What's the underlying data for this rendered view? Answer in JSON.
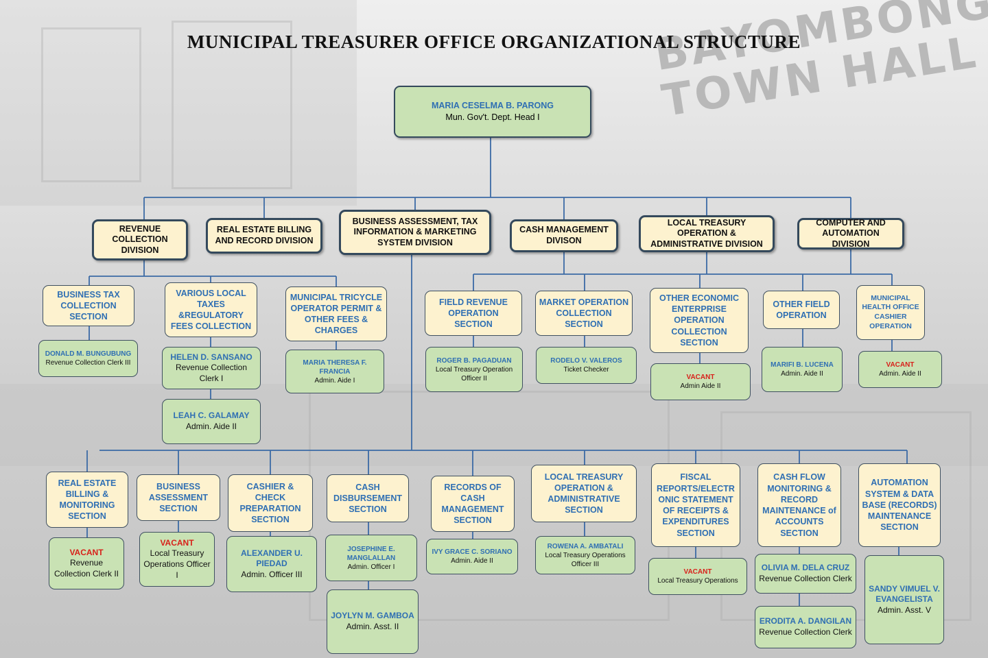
{
  "title": "MUNICIPAL TREASURER OFFICE ORGANIZATIONAL STRUCTURE",
  "background_sign": [
    "BAYOMBONG",
    "TOWN HALL"
  ],
  "colors": {
    "division_fill": "#fdf2cf",
    "personnel_fill": "#c9e2b4",
    "name_text": "#2f6fb3",
    "vacant_text": "#d8201a",
    "connector": "#3b6aa5"
  },
  "head": {
    "name": "MARIA CESELMA B. PARONG",
    "position": "Mun. Gov't. Dept. Head I"
  },
  "divisions": [
    "REVENUE COLLECTION DIVISION",
    "REAL ESTATE BILLING AND RECORD DIVISION",
    "BUSINESS ASSESSMENT, TAX INFORMATION & MARKETING SYSTEM DIVISION",
    "CASH MANAGEMENT DIVISON",
    "LOCAL TREASURY OPERATION & ADMINISTRATIVE DIVISION",
    "COMPUTER AND AUTOMATION DIVISION"
  ],
  "sections_row1": [
    {
      "label": "BUSINESS TAX COLLECTION SECTION",
      "staff": [
        {
          "name": "DONALD M. BUNGUBUNG",
          "position": "Revenue Collection Clerk III"
        }
      ]
    },
    {
      "label": "VARIOUS LOCAL TAXES &REGULATORY FEES COLLECTION",
      "staff": [
        {
          "name": "HELEN D. SANSANO",
          "position": "Revenue Collection Clerk I"
        },
        {
          "name": "LEAH C. GALAMAY",
          "position": "Admin. Aide II"
        }
      ]
    },
    {
      "label": "MUNICIPAL TRICYCLE OPERATOR PERMIT & OTHER FEES & CHARGES",
      "staff": [
        {
          "name": "MARIA THERESA F. FRANCIA",
          "position": "Admin. Aide I"
        }
      ]
    },
    {
      "label": "FIELD REVENUE OPERATION SECTION",
      "staff": [
        {
          "name": "ROGER B. PAGADUAN",
          "position": "Local Treasury Operation Officer II"
        }
      ]
    },
    {
      "label": "MARKET OPERATION COLLECTION SECTION",
      "staff": [
        {
          "name": "RODELO V. VALEROS",
          "position": "Ticket Checker"
        }
      ]
    },
    {
      "label": "OTHER ECONOMIC ENTERPRISE OPERATION COLLECTION SECTION",
      "staff": [
        {
          "name": "VACANT",
          "position": "Admin Aide II"
        }
      ]
    },
    {
      "label": "OTHER FIELD OPERATION",
      "staff": [
        {
          "name": "MARIFI B. LUCENA",
          "position": "Admin. Aide II"
        }
      ]
    },
    {
      "label": "MUNICIPAL HEALTH OFFICE CASHIER OPERATION",
      "staff": [
        {
          "name": "VACANT",
          "position": "Admin. Aide II"
        }
      ]
    }
  ],
  "sections_row2": [
    {
      "label": "REAL ESTATE BILLING & MONITORING SECTION",
      "staff": [
        {
          "name": "VACANT",
          "position": "Revenue Collection Clerk II"
        }
      ]
    },
    {
      "label": "BUSINESS ASSESSMENT SECTION",
      "staff": [
        {
          "name": "VACANT",
          "position": "Local Treasury Operations Officer I"
        }
      ]
    },
    {
      "label": "CASHIER & CHECK PREPARATION SECTION",
      "staff": [
        {
          "name": "ALEXANDER U. PIEDAD",
          "position": "Admin. Officer III"
        }
      ]
    },
    {
      "label": "CASH DISBURSEMENT SECTION",
      "staff": [
        {
          "name": "JOSEPHINE E. MANGLALLAN",
          "position": "Admin. Officer I"
        },
        {
          "name": "JOYLYN M. GAMBOA",
          "position": "Admin. Asst. II"
        }
      ]
    },
    {
      "label": "RECORDS OF CASH MANAGEMENT SECTION",
      "staff": [
        {
          "name": "IVY GRACE C. SORIANO",
          "position": "Admin. Aide II"
        }
      ]
    },
    {
      "label": "LOCAL TREASURY OPERATION & ADMINISTRATIVE SECTION",
      "staff": [
        {
          "name": "ROWENA A. AMBATALI",
          "position": "Local Treasury Operations Officer III"
        }
      ]
    },
    {
      "label": "FISCAL REPORTS/ELECTR ONIC STATEMENT OF RECEIPTS & EXPENDITURES SECTION",
      "staff": [
        {
          "name": "VACANT",
          "position": "Local Treasury Operations"
        }
      ]
    },
    {
      "label": "CASH FLOW MONITORING & RECORD MAINTENANCE of ACCOUNTS SECTION",
      "staff": [
        {
          "name": "OLIVIA M. DELA CRUZ",
          "position": "Revenue Collection Clerk"
        },
        {
          "name": "ERODITA A. DANGILAN",
          "position": "Revenue Collection Clerk"
        }
      ]
    },
    {
      "label": "AUTOMATION SYSTEM & DATA BASE (RECORDS) MAINTENANCE SECTION",
      "staff": [
        {
          "name": "SANDY VIMUEL V. EVANGELISTA",
          "position": "Admin. Asst. V"
        }
      ]
    }
  ]
}
